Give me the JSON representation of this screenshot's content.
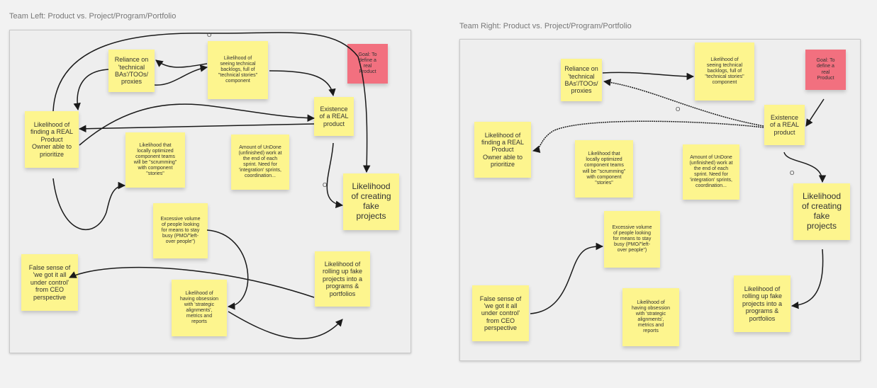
{
  "left": {
    "title": "Team Left: Product vs. Project/Program/Portfolio",
    "notes": {
      "reliance": "Reliance on\n'technical\nBAs'/TOOs/\nproxies",
      "backlogs": "Likelihood of\nseeing technical\nbacklogs, full of\n\"technical stories\"\ncomponent",
      "goal": "Goal: To\ndefine a\nreal\nProduct",
      "existence": "Existence\nof a REAL\nproduct",
      "finding_po": "Likelihood of\nfinding  a REAL\nProduct\nOwner able to\nprioritize",
      "scrumming": "Likelihood that\nlocally optimized\ncomponent teams\nwill be \"scrumming\"\nwith component\n\"stories\"",
      "undone": "Amount of UnDone\n(unfinished) work at\nthe end of each\nsprint. Need for\n'integration' sprints,\ncoordination...",
      "fake_projects": "Likelihood\nof creating\nfake\nprojects",
      "excessive": "Excessive volume\nof people looking\nfor means to stay\nbusy (PMO/\"left-\nover people\")",
      "false_sense": "False sense of\n'we got it all\nunder control'\nfrom CEO\nperspective",
      "rolling_up": "Likelihood of\nrolling up fake\nprojects into a\nprograms &\nportfolios",
      "obsession": "Likelihood of\nhaving obsession\nwith 'strategic\nalignments',\nmetrics and\nreports"
    },
    "o_labels": [
      "O",
      "O"
    ]
  },
  "right": {
    "title": "Team Right: Product vs. Project/Program/Portfolio",
    "notes": {
      "reliance": "Reliance on\n'technical\nBAs'/TOOs/\nproxies",
      "backlogs": "Likelihood of\nseeing technical\nbacklogs, full of\n\"technical stories\"\ncomponent",
      "goal": "Goal: To\ndefine a\nreal\nProduct",
      "existence": "Existence\nof a REAL\nproduct",
      "finding_po": "Likelihood of\nfinding  a REAL\nProduct\nOwner able to\nprioritize",
      "scrumming": "Likelihood that\nlocally optimized\ncomponent teams\nwill be \"scrumming\"\nwith component\n\"stories\"",
      "undone": "Amount of UnDone\n(unfinished) work at\nthe end of each\nsprint. Need for\n'integration' sprints,\ncoordination...",
      "fake_projects": "Likelihood\nof creating\nfake\nprojects",
      "excessive": "Excessive volume\nof people looking\nfor means to stay\nbusy (PMO/\"left-\nover people\")",
      "false_sense": "False sense of\n'we got it all\nunder control'\nfrom CEO\nperspective",
      "rolling_up": "Likelihood of\nrolling up fake\nprojects into a\nprograms &\nportfolios",
      "obsession": "Likelihood of\nhaving obsession\nwith 'strategic\nalignments',\nmetrics and\nreports"
    },
    "o_labels": [
      "O",
      "O"
    ]
  },
  "colors": {
    "sticky_yellow": "#fdf58e",
    "sticky_pink": "#f2707f",
    "arrow": "#1a1a1a"
  }
}
